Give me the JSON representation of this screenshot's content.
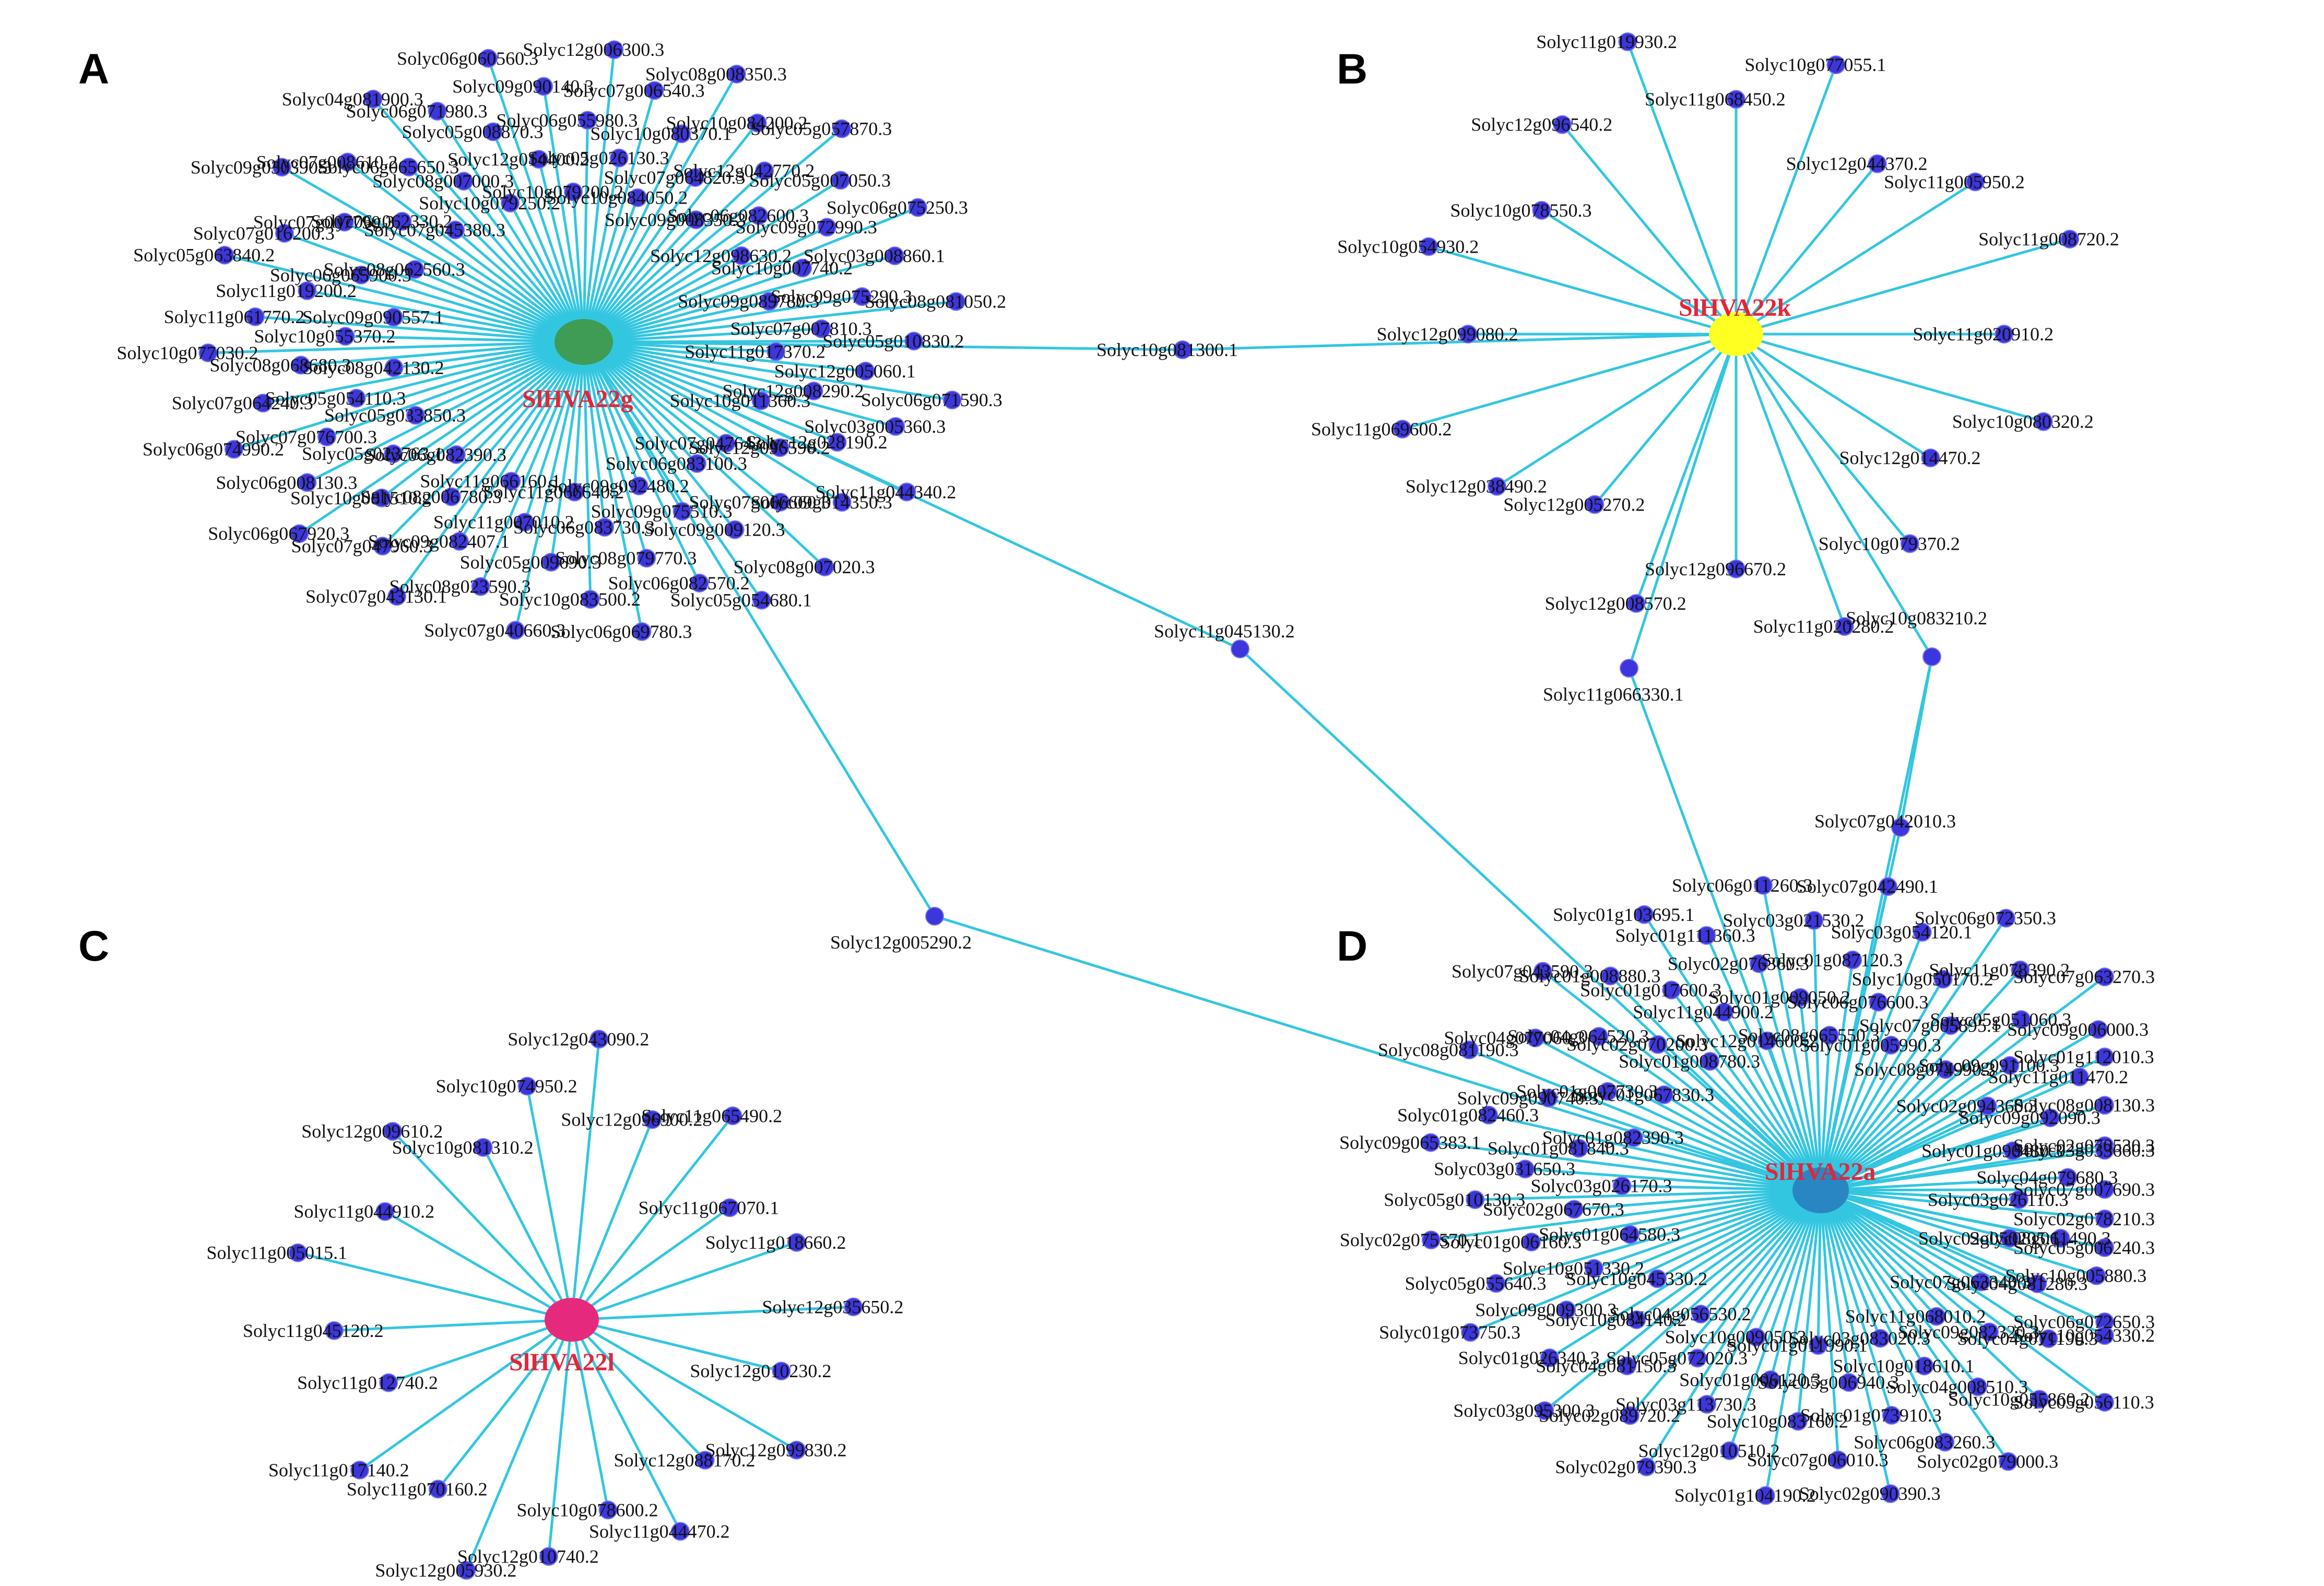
{
  "colors": {
    "edge": "#33c6e0",
    "node": "#3d36dc",
    "hub_SlHVA22g": "#3f9c55",
    "hub_SlHVA22k": "#ffff22",
    "hub_SlHVA22l": "#e52a7e",
    "hub_SlHVA22a": "#2a86c2",
    "hub_label": "#e2263a"
  },
  "panels": {
    "A": "A",
    "B": "B",
    "C": "C",
    "D": "D"
  },
  "hubs": [
    {
      "id": "g",
      "label": "SlHVA22g"
    },
    {
      "id": "k",
      "label": "SlHVA22k"
    },
    {
      "id": "l",
      "label": "SlHVA22l"
    },
    {
      "id": "a",
      "label": "SlHVA22a"
    }
  ],
  "connectors": [
    {
      "label": "Solyc10g081300.1"
    },
    {
      "label": "Solyc11g045130.2"
    },
    {
      "label": "Solyc12g005290.2"
    },
    {
      "label": "Solyc11g066330.1"
    },
    {
      "label": "Solyc10g083210.2"
    },
    {
      "label": "Solyc07g042010.3"
    }
  ],
  "genes": {
    "g": [
      "Solyc06g083100.3",
      "Solyc09g009120.3",
      "Solyc05g054680.1",
      "Solyc09g075510.3",
      "Solyc06g082570.2",
      "Solyc09g092480.2",
      "Solyc08g079770.3",
      "Solyc06g069780.3",
      "Solyc06g083730.3",
      "Solyc10g083500.2",
      "Solyc11g066640.2",
      "Solyc05g009690.3",
      "Solyc07g040660.3",
      "Solyc11g007010.2",
      "Solyc08g023590.3",
      "Solyc11g066160.1",
      "Solyc09g082407.1",
      "Solyc07g043130.1",
      "Solyc08g006780.3",
      "Solyc07g047960.3",
      "Solyc06g082390.3",
      "Solyc10g081510.2",
      "Solyc06g067920.3",
      "Solyc05g023763.1",
      "Solyc06g008130.3",
      "Solyc05g033850.3",
      "Solyc07g076700.3",
      "Solyc06g074990.2",
      "Solyc05g054110.3",
      "Solyc07g064240.3",
      "Solyc08g042130.2",
      "Solyc08g068680.3",
      "Solyc10g077030.2",
      "Solyc10g055370.2",
      "Solyc11g061770.2",
      "Solyc09g090557.1",
      "Solyc11g019200.2",
      "Solyc05g063840.2",
      "Solyc06g065900.3",
      "Solyc07g016200.3",
      "Solyc08g062560.3",
      "Solyc07g007790.3",
      "Solyc09g030390.3",
      "Solyc06g062330.2",
      "Solyc07g008610.2",
      "Solyc07g045380.3",
      "Solyc06g065650.3",
      "Solyc04g081900.3",
      "Solyc08g007000.3",
      "Solyc06g071980.3",
      "Solyc10g079250.2",
      "Solyc05g008870.3",
      "Solyc06g060560.3",
      "Solyc12g014400.2",
      "Solyc09g090140.3",
      "Solyc10g079200.2",
      "Solyc06g055980.3",
      "Solyc12g006300.3",
      "Solyc05g026130.3",
      "Solyc07g006540.3",
      "Solyc10g084050.2",
      "Solyc10g080370.1",
      "Solyc08g008350.3",
      "Solyc07g064820.3",
      "Solyc10g084200.2",
      "Solyc09g008350.3",
      "Solyc12g042770.2",
      "Solyc05g057870.3",
      "Solyc06g082600.3",
      "Solyc05g007050.3",
      "Solyc12g098630.2",
      "Solyc09g072990.3",
      "Solyc06g075250.3",
      "Solyc10g007740.2",
      "Solyc03g008860.1",
      "Solyc09g089780.3",
      "Solyc09g075290.3",
      "Solyc08g081050.2",
      "Solyc07g007810.3",
      "Solyc05g010830.2",
      "Solyc11g017370.2",
      "Solyc12g005060.1",
      "Solyc06g071590.3",
      "Solyc12g008290.2",
      "Solyc03g005360.3",
      "Solyc10g011360.3",
      "Solyc12g028190.2",
      "Solyc11g044340.2",
      "Solyc12g096590.2",
      "Solyc09g014350.3",
      "Solyc07g047643.1",
      "Solyc07g066660.3",
      "Solyc08g007020.3"
    ],
    "k": [
      "Solyc12g005270.2",
      "Solyc12g038490.2",
      "Solyc11g069600.2",
      "Solyc12g099080.2",
      "Solyc10g054930.2",
      "Solyc10g078550.3",
      "Solyc12g096540.2",
      "Solyc11g019930.2",
      "Solyc11g068450.2",
      "Solyc10g077055.1",
      "Solyc12g044370.2",
      "Solyc11g005950.2",
      "Solyc11g008720.2",
      "Solyc11g020910.2",
      "Solyc10g080320.2",
      "Solyc12g014470.2",
      "Solyc10g079370.2",
      "Solyc11g020280.2",
      "Solyc12g096670.2",
      "Solyc12g008570.2"
    ],
    "l": [
      "Solyc10g078600.2",
      "Solyc12g010740.2",
      "Solyc12g005930.2",
      "Solyc11g070160.2",
      "Solyc11g017140.2",
      "Solyc11g012740.2",
      "Solyc11g045120.2",
      "Solyc11g005015.1",
      "Solyc11g044910.2",
      "Solyc12g009610.2",
      "Solyc10g081310.2",
      "Solyc10g074950.2",
      "Solyc12g043090.2",
      "Solyc12g096900.2",
      "Solyc11g065490.2",
      "Solyc11g067070.1",
      "Solyc11g018660.2",
      "Solyc12g035650.2",
      "Solyc12g010230.2",
      "Solyc12g099830.2",
      "Solyc12g088170.2",
      "Solyc11g044470.2"
    ],
    "a": [
      "Solyc02g050205.1",
      "Solyc10g005880.3",
      "Solyc06g072650.3",
      "Solyc04g081280.3",
      "Solyc10g054330.2",
      "Solyc07g063340.3",
      "Solyc04g071190.3",
      "Solyc05g056110.3",
      "Solyc09g082320.3",
      "Solyc10g055860.2",
      "Solyc11g068010.2",
      "Solyc04g008510.3",
      "Solyc02g079000.3",
      "Solyc10g018610.1",
      "Solyc06g083260.3",
      "Solyc03g083020.3",
      "Solyc01g073910.3",
      "Solyc02g090390.3",
      "Solyc05g006940.3",
      "Solyc07g006010.3",
      "Solyc01g011990.1",
      "Solyc10g083160.2",
      "Solyc01g104190.2",
      "Solyc01g006120.3",
      "Solyc12g010510.2",
      "Solyc10g009050.3",
      "Solyc03g113730.3",
      "Solyc02g079390.3",
      "Solyc05g072020.3",
      "Solyc02g089720.2",
      "Solyc04g056530.2",
      "Solyc04g081150.3",
      "Solyc03g095300.3",
      "Solyc10g084140.2",
      "Solyc01g026340.3",
      "Solyc10g045330.2",
      "Solyc09g009300.3",
      "Solyc01g073750.3",
      "Solyc10g051330.2",
      "Solyc05g055640.3",
      "Solyc01g064580.3",
      "Solyc01g006160.3",
      "Solyc02g075570.1",
      "Solyc02g067670.3",
      "Solyc05g010130.3",
      "Solyc03g026170.3",
      "Solyc03g031650.3",
      "Solyc09g065383.1",
      "Solyc01g081840.3",
      "Solyc01g082460.3",
      "Solyc01g082390.3",
      "Solyc09g090740.3",
      "Solyc08g081190.3",
      "Solyc01g007730.3",
      "Solyc04g077060.3",
      "Solyc01g067830.3",
      "Solyc04g064520.3",
      "Solyc07g043590.3",
      "Solyc02g070200.3",
      "Solyc01g008880.3",
      "Solyc01g008780.3",
      "Solyc01g017600.3",
      "Solyc01g103695.1",
      "Solyc11g044900.2",
      "Solyc01g111360.3",
      "Solyc12g014600.2",
      "Solyc02g076360.3",
      "Solyc06g011260.3",
      "Solyc01g009050.2",
      "Solyc03g021530.2",
      "Solyc08g065550.3",
      "Solyc01g087120.3",
      "Solyc07g042490.1",
      "Solyc06g076600.3",
      "Solyc03g054120.1",
      "Solyc01g005990.3",
      "Solyc10g050170.2",
      "Solyc06g072350.3",
      "Solyc07g005895.1",
      "Solyc11g078390.2",
      "Solyc08g074990.3",
      "Solyc05g051060.3",
      "Solyc07g063270.3",
      "Solyc09g091100.3",
      "Solyc09g006000.3",
      "Solyc02g094360.3",
      "Solyc11g011470.2",
      "Solyc01g112010.3",
      "Solyc09g092090.3",
      "Solyc08g008130.3",
      "Solyc01g090480.3",
      "Solyc02g070530.3",
      "Solyc03g033660.3",
      "Solyc04g079680.3",
      "Solyc07g007690.3",
      "Solyc03g026110.3",
      "Solyc02g078210.3",
      "Solyc05g006240.3",
      "Solyc08g061490.3"
    ]
  }
}
